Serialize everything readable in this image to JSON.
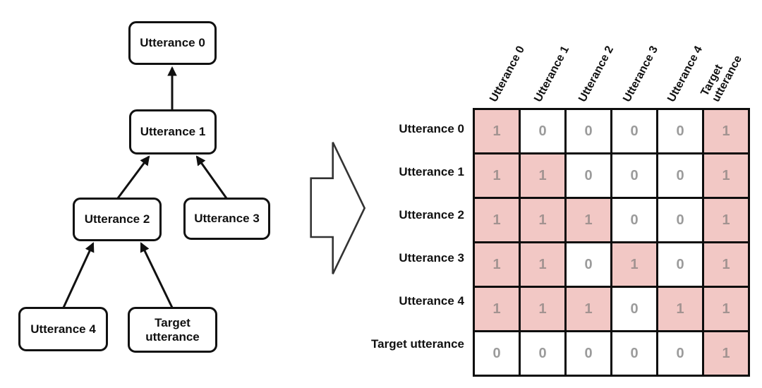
{
  "tree": {
    "nodes": [
      {
        "id": "u0",
        "label": "Utterance 0"
      },
      {
        "id": "u1",
        "label": "Utterance 1"
      },
      {
        "id": "u2",
        "label": "Utterance 2"
      },
      {
        "id": "u3",
        "label": "Utterance 3"
      },
      {
        "id": "u4",
        "label": "Utterance 4"
      },
      {
        "id": "target",
        "label": "Target utterance"
      }
    ],
    "edges": [
      {
        "from": "u1",
        "to": "u0"
      },
      {
        "from": "u2",
        "to": "u1"
      },
      {
        "from": "u3",
        "to": "u1"
      },
      {
        "from": "u4",
        "to": "u2"
      },
      {
        "from": "target",
        "to": "u2"
      }
    ]
  },
  "transform_arrow": {
    "direction": "right"
  },
  "chart_data": {
    "type": "heatmap",
    "row_labels": [
      "Utterance 0",
      "Utterance 1",
      "Utterance 2",
      "Utterance 3",
      "Utterance 4",
      "Target utterance"
    ],
    "col_labels": [
      "Utterance 0",
      "Utterance 1",
      "Utterance 2",
      "Utterance 3",
      "Utterance 4",
      "Target utterance"
    ],
    "values": [
      [
        1,
        0,
        0,
        0,
        0,
        1
      ],
      [
        1,
        1,
        0,
        0,
        0,
        1
      ],
      [
        1,
        1,
        1,
        0,
        0,
        1
      ],
      [
        1,
        1,
        0,
        1,
        0,
        1
      ],
      [
        1,
        1,
        1,
        0,
        1,
        1
      ],
      [
        0,
        0,
        0,
        0,
        0,
        1
      ]
    ],
    "legend": "cells with value 1 are highlighted pink, cells with value 0 are white"
  },
  "colors": {
    "highlight_pink": "#f2c8c5",
    "cell_white": "#ffffff",
    "value_text_gray": "#9b9b9b",
    "grid_border": "#0d0d0d",
    "node_border": "#111111",
    "arrow_outline": "#333333"
  }
}
